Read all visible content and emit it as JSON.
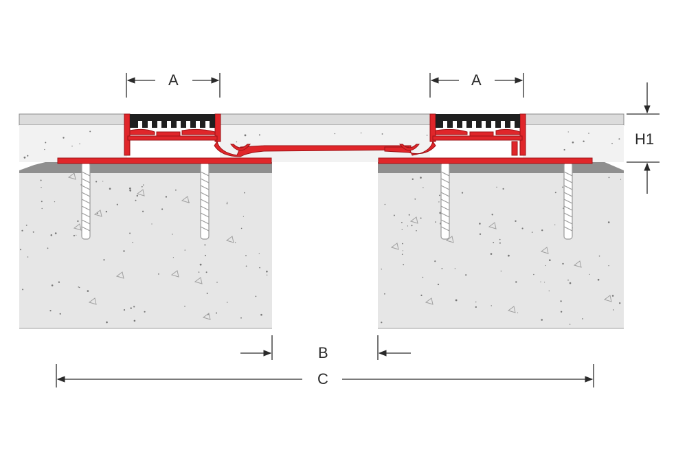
{
  "diagram": {
    "dimensions": {
      "a_left": "A",
      "a_right": "A",
      "h1": "H1",
      "b": "B",
      "c": "C"
    },
    "colors": {
      "profile": "#e0262a",
      "rubber": "#1f1f1f",
      "concrete": "#e6e6e6",
      "screed": "#f4f4f4",
      "topping": "#d9d9d9",
      "bedding": "#8c8c8c",
      "dimension_lines": "#2a2a2a"
    }
  }
}
